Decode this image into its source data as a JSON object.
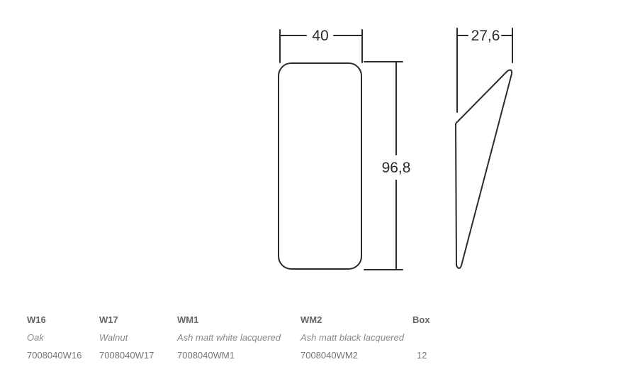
{
  "drawing": {
    "front_view": {
      "width_label": "40",
      "height_label": "96,8"
    },
    "side_view": {
      "depth_label": "27,6"
    },
    "line_color": "#2b2b2b"
  },
  "variants": [
    {
      "code": "W16",
      "finish": "Oak",
      "article": "7008040W16"
    },
    {
      "code": "W17",
      "finish": "Walnut",
      "article": "7008040W17"
    },
    {
      "code": "WM1",
      "finish": "Ash matt white lacquered",
      "article": "7008040WM1"
    },
    {
      "code": "WM2",
      "finish": "Ash matt black lacquered",
      "article": "7008040WM2"
    }
  ],
  "box": {
    "header": "Box",
    "value": "12"
  }
}
